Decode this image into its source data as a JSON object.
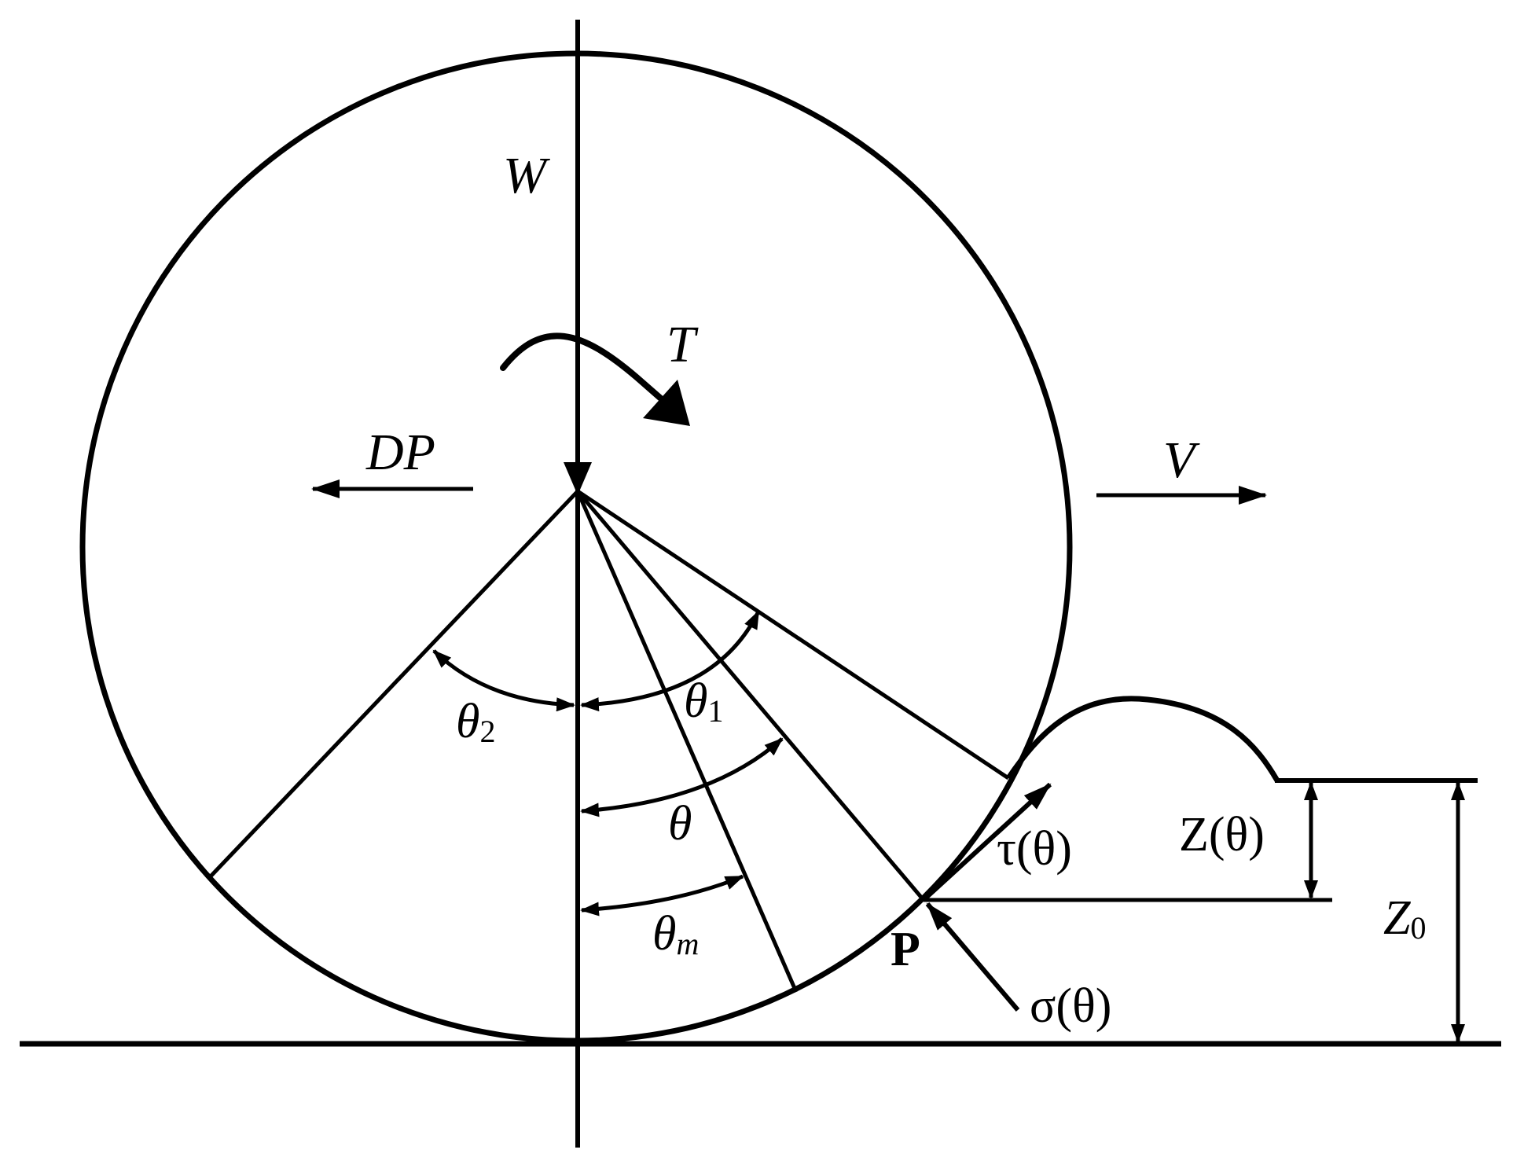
{
  "labels": {
    "weight": "W",
    "torque": "T",
    "drawbar_pull": "DP",
    "velocity": "V",
    "theta_2_sym": "θ",
    "theta_2_sub": "2",
    "theta_1_sym": "θ",
    "theta_1_sub": "1",
    "theta": "θ",
    "theta_m_sym": "θ",
    "theta_m_sub": "m",
    "point_p": "P",
    "tau": "τ(θ)",
    "sigma": "σ(θ)",
    "z_theta": "Z(θ)",
    "z0_sym": "Z",
    "z0_sub": "0"
  },
  "colors": {
    "stroke": "#000000",
    "background": "#ffffff"
  }
}
